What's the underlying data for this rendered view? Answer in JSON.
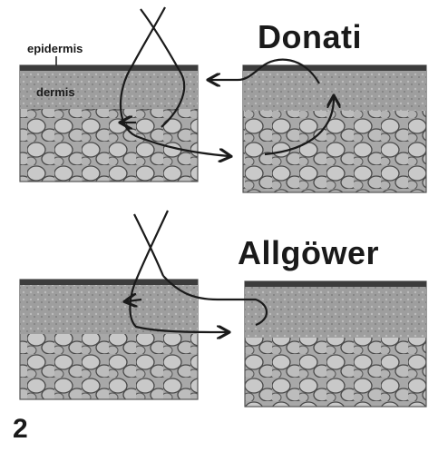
{
  "labels": {
    "epidermis": "epidermis",
    "dermis": "dermis",
    "donati": "Donati",
    "allgower": "Allgöwer",
    "figure_number": "2"
  }
}
